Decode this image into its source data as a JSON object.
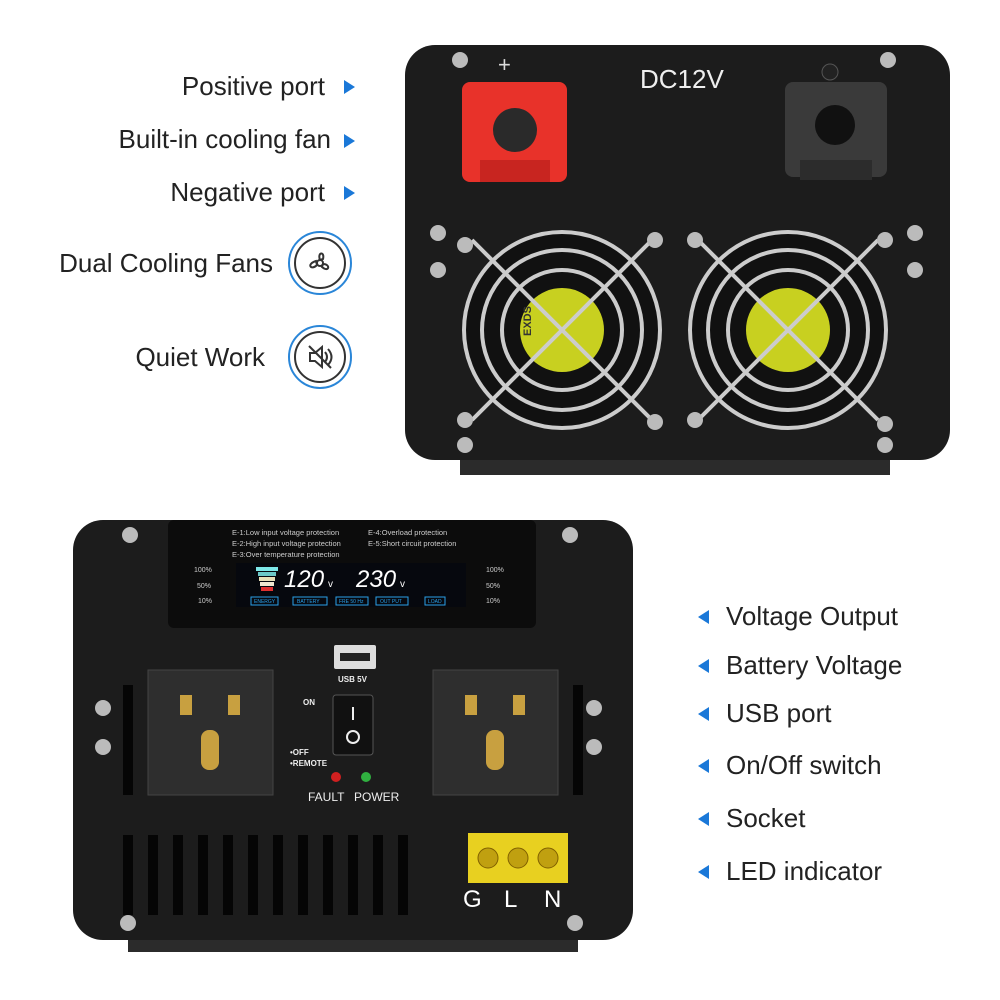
{
  "top_labels": [
    {
      "text": "Positive port"
    },
    {
      "text": "Built-in cooling fan"
    },
    {
      "text": "Negative port"
    }
  ],
  "feature_labels": [
    {
      "text": "Dual Cooling Fans",
      "icon": "fan-icon"
    },
    {
      "text": "Quiet Work",
      "icon": "mute-speaker-icon"
    }
  ],
  "right_labels": [
    {
      "text": "Voltage Output"
    },
    {
      "text": "Battery Voltage"
    },
    {
      "text": "USB port"
    },
    {
      "text": "On/Off switch"
    },
    {
      "text": "Socket"
    },
    {
      "text": "LED indicator"
    }
  ],
  "top_device": {
    "voltage_marking": "DC12V",
    "positive_symbol": "+",
    "fan_text": "EXDS"
  },
  "front_panel": {
    "errors": [
      "E-1:Low input voltage protection",
      "E-2:High input voltage protection",
      "E-3:Over temperature protection",
      "E-4:Overload protection",
      "E-5:Short circuit protection"
    ],
    "left_scale": [
      "100%",
      "50%",
      "10%"
    ],
    "right_scale": [
      "100%",
      "50%",
      "10%"
    ],
    "input_voltage": "120",
    "output_voltage": "230",
    "unit": "v",
    "indicators": [
      "ENERGY",
      "BATTERY",
      "FRE 50 Hz",
      "OUT PUT",
      "LOAD"
    ],
    "usb_label": "USB 5V",
    "switch_on": "ON",
    "switch_off": "•OFF",
    "switch_remote": "•REMOTE",
    "fault_label": "FAULT",
    "power_label": "POWER",
    "terminal_labels": [
      "G",
      "L",
      "N"
    ]
  },
  "colors": {
    "accent": "#1a78d8",
    "positive": "#e8322a",
    "negative": "#2a2a2a",
    "lcd_digits": "#ffffff",
    "lcd_tags": "#2aa0e8"
  }
}
